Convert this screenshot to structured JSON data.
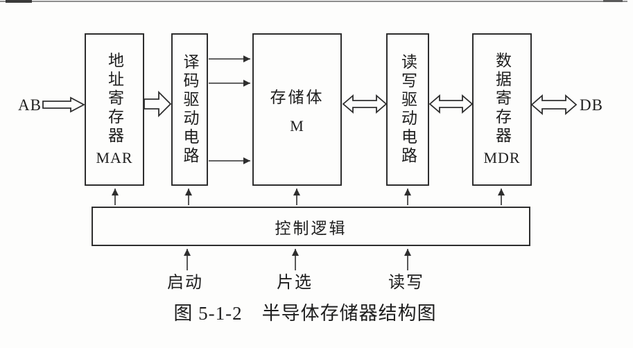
{
  "figure": {
    "caption": "图 5-1-2　半导体存储器结构图",
    "bus": {
      "address_bus": "AB",
      "data_bus": "DB"
    },
    "blocks": {
      "mar": {
        "label": "地址寄存器",
        "abbr": "MAR"
      },
      "decoder": {
        "label": "译码驱动电路"
      },
      "memory": {
        "label": "存储体",
        "abbr": "M"
      },
      "rw_driver": {
        "label": "读写驱动电路"
      },
      "mdr": {
        "label": "数据寄存器",
        "abbr": "MDR"
      },
      "control": {
        "label": "控制逻辑"
      }
    },
    "control_signals": [
      {
        "label": "启动"
      },
      {
        "label": "片选"
      },
      {
        "label": "读写"
      }
    ],
    "colors": {
      "line": "#2e2e2e",
      "background": "#fdfdfc"
    }
  }
}
